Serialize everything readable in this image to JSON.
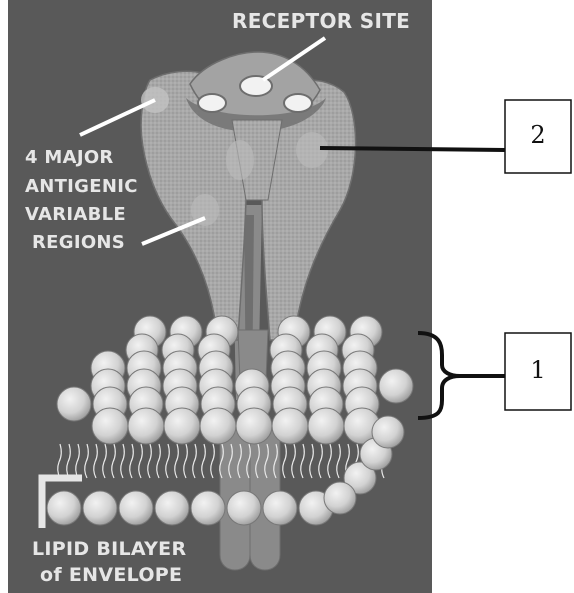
{
  "diagram": {
    "labels": {
      "receptor_site": "RECEPTOR SITE",
      "antigenic_lines": [
        "4 MAJOR",
        "ANTIGENIC",
        "VARIABLE",
        "REGIONS"
      ],
      "lipid_lines": [
        "LIPID BILAYER",
        "of ENVELOPE"
      ]
    },
    "callouts": [
      {
        "id": "2",
        "points_to": "glycoprotein"
      },
      {
        "id": "1",
        "points_to": "lipid bilayer"
      }
    ]
  },
  "colors": {
    "panel": "#595959",
    "protein": "#a6a6a6",
    "protein_dark": "#8a8a8a",
    "protein_band": "#7a7a7a",
    "sphere": "#d4d4d4",
    "label_text": "#e6e6e6",
    "callout_border": "#111111"
  }
}
